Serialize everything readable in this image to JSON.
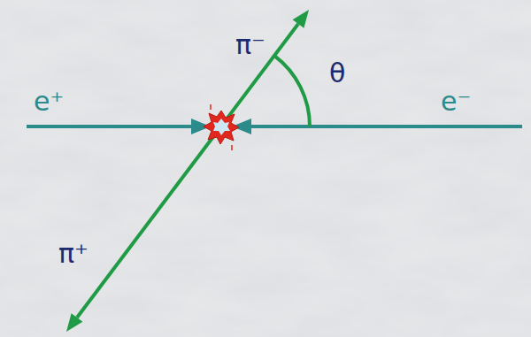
{
  "diagram": {
    "labels": [
      "π⁻",
      "θ",
      "e⁺",
      "e⁻",
      "π⁺"
    ]
  }
}
